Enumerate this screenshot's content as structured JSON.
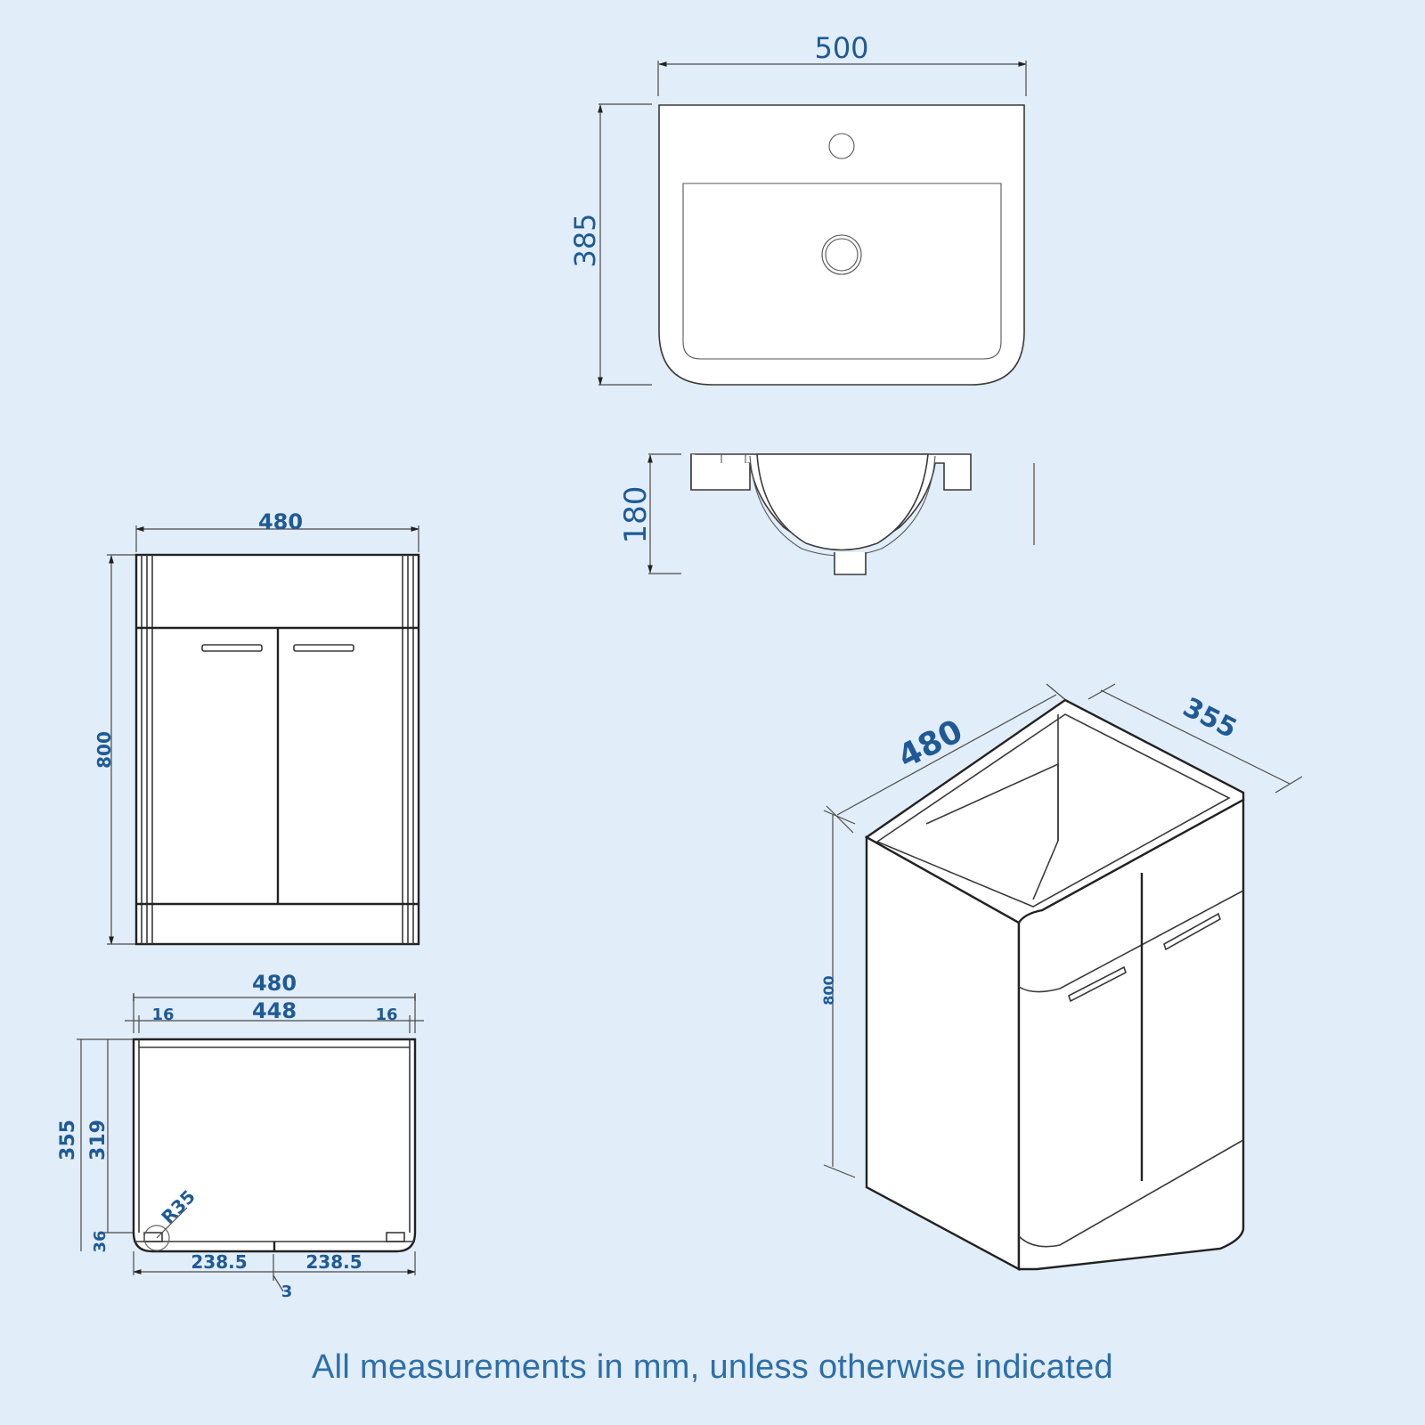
{
  "basin_top_view": {
    "width_label": "500",
    "depth_label": "385"
  },
  "basin_side_view": {
    "height_label": "180"
  },
  "cabinet_front_view": {
    "width_label": "480",
    "height_label": "800"
  },
  "cabinet_top_view": {
    "overall_width_label": "480",
    "inner_width_label": "448",
    "side_panel_left_label": "16",
    "side_panel_right_label": "16",
    "overall_depth_label": "355",
    "inner_depth_label": "319",
    "front_thickness_label": "36",
    "corner_radius_label": "R35",
    "left_half_label": "238.5",
    "right_half_label": "238.5",
    "gap_label": "3"
  },
  "cabinet_iso_view": {
    "width_label": "480",
    "depth_label": "355",
    "height_label": "800"
  },
  "footer": {
    "note": "All measurements in mm, unless otherwise indicated"
  },
  "colors": {
    "background": "#e1edf8",
    "label": "#1f5a96",
    "line": "#3a3a3a",
    "footer_text": "#2d6eaa"
  }
}
